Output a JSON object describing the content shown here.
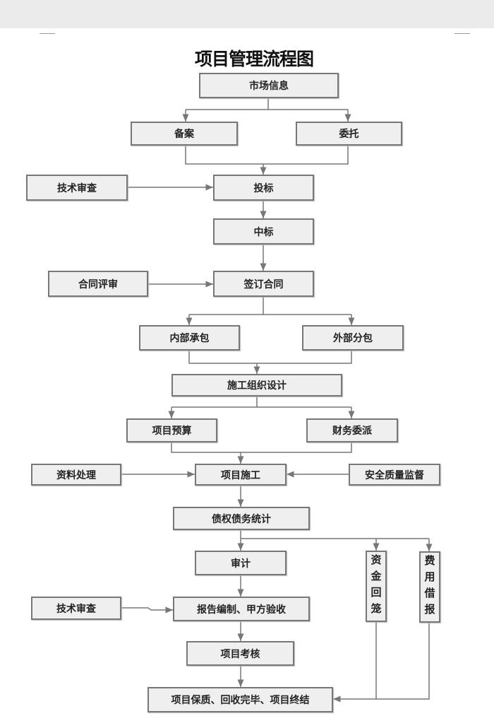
{
  "title": "项目管理流程图",
  "nodes": {
    "market_info": "市场信息",
    "filing": "备案",
    "entrust": "委托",
    "tech_review_1": "技术审查",
    "bidding": "投标",
    "win_bid": "中标",
    "contract_review": "合同评审",
    "sign_contract": "签订合同",
    "internal_contract": "内部承包",
    "external_subcontract": "外部分包",
    "construction_design": "施工组织设计",
    "project_budget": "项目预算",
    "finance_assign": "财务委派",
    "data_processing": "资料处理",
    "project_construction": "项目施工",
    "safety_supervision": "安全质量监督",
    "debt_statistics": "债权债务统计",
    "audit": "审计",
    "fund_recovery": "资金回笼",
    "expense_report": "费用借报",
    "tech_review_2": "技术审查",
    "report_acceptance": "报告编制、甲方验收",
    "project_assessment": "项目考核",
    "project_end": "项目保质、回收完毕、项目终结"
  },
  "colors": {
    "box_fill": "#efefef",
    "box_border": "#777777",
    "line": "#777777",
    "topbar": "#ebebeb"
  }
}
